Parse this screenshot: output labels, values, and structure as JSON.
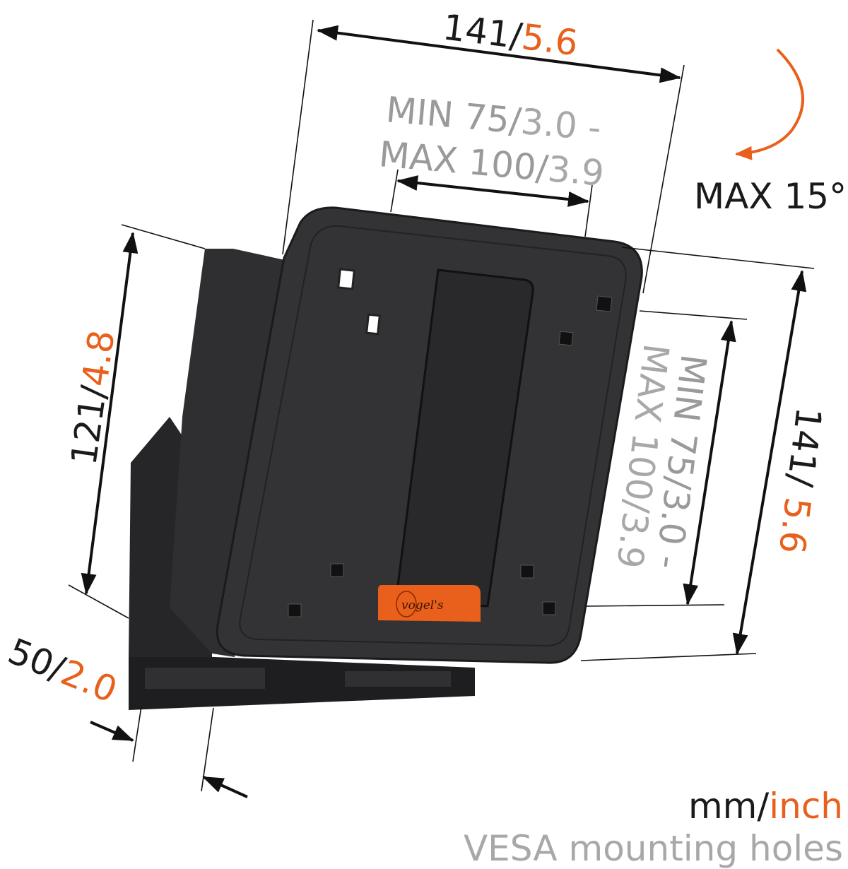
{
  "colors": {
    "accent": "#e8601c",
    "text": "#1a1a1a",
    "muted": "#9a9a9a",
    "product": "#2b2b2d"
  },
  "dimensions": {
    "width_total": {
      "mm": "141/",
      "inch": "5.6"
    },
    "vesa_horizontal": {
      "line1_mm": "MIN 75/",
      "line1_inch": "3.0 -",
      "line2_mm": "MAX 100/",
      "line2_inch": "3.9"
    },
    "tilt": "MAX 15°",
    "depth_height": {
      "mm": "121/",
      "inch": "4.8"
    },
    "vesa_vertical": {
      "line1": "MIN 75/3.0 -",
      "line2": "MAX 100/3.9"
    },
    "height_total": {
      "mm": "141/",
      "inch": " 5.6"
    },
    "wall_distance": {
      "mm": "50/",
      "inch": "2.0"
    }
  },
  "legend": {
    "mm": "mm/",
    "inch": "inch",
    "caption": "VESA mounting holes"
  },
  "logo": "vogel's"
}
